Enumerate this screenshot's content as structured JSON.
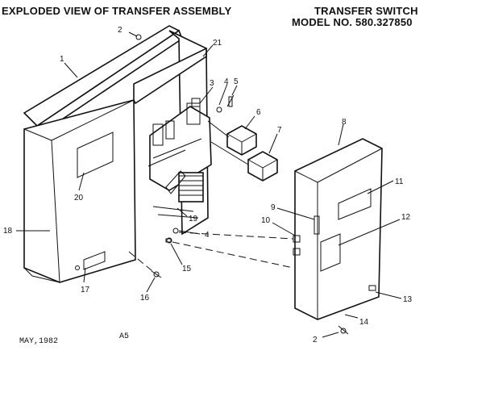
{
  "header": {
    "title": "EXPLODED VIEW OF TRANSFER ASSEMBLY",
    "subtitle_line1": "TRANSFER SWITCH",
    "subtitle_line2": "MODEL NO. 580.327850"
  },
  "footer": {
    "date": "MAY,1982",
    "code": "A5"
  },
  "callouts": [
    "1",
    "2",
    "21",
    "3",
    "4",
    "5",
    "6",
    "7",
    "8",
    "20",
    "11",
    "9",
    "12",
    "10",
    "18",
    "19",
    "4",
    "15",
    "17",
    "16",
    "13",
    "14",
    "2"
  ]
}
